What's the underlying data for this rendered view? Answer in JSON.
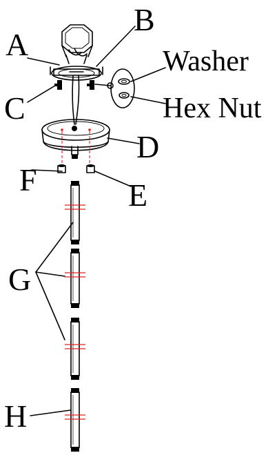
{
  "labels": {
    "a": "A",
    "b": "B",
    "c": "C",
    "d": "D",
    "e": "E",
    "f": "F",
    "g": "G",
    "h": "H",
    "washer": "Washer",
    "hex_nut": "Hex Nut"
  }
}
